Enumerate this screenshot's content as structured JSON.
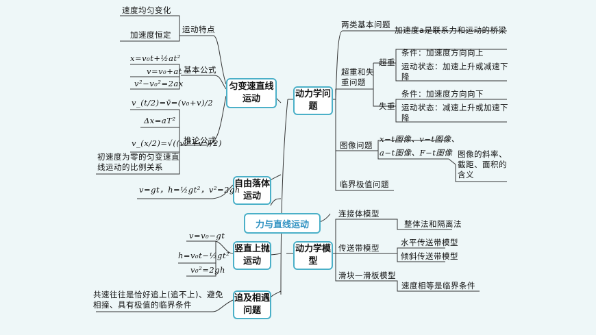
{
  "center": "力与直线运动",
  "branches": {
    "uniform_accel": "匀变速直线运动",
    "free_fall": "自由落体运动",
    "vertical_throw": "竖直上抛运动",
    "chase": "追及相遇问题",
    "dyn_problems": "动力学问题",
    "dyn_models": "动力学模型"
  },
  "uniform": {
    "char_label": "运动特点",
    "char_1": "速度均匀变化",
    "char_2": "加速度恒定",
    "basic_label": "基本公式",
    "basic_1": "x=v₀t+½at²",
    "basic_2": "v=v₀+at",
    "basic_3": "v²−v₀²=2ax",
    "infer_label": "推论公式",
    "infer_1": "v_(t/2)=v̄=(v₀+v)/2",
    "infer_2": "Δx=aT²",
    "infer_3": "v_(x/2)=√((v₀²+v²)/2)",
    "infer_4": "初速度为零的匀变速直线运动的比例关系"
  },
  "free_fall_formula": "v=gt，h=½gt²，v²=2gh",
  "vertical": {
    "f1": "v=v₀−gt",
    "f2": "h=v₀t−½gt²",
    "f3": "v₀²=2gh"
  },
  "chase_text": "共速往往是恰好追上(追不上)、避免相撞、具有极值的临界条件",
  "problems": {
    "two_types": "两类基本问题",
    "bridge": "加速度a是联系力和运动的桥梁",
    "over_under": "超重和失重问题",
    "over": "超重",
    "over_cond": "条件：加速度方向向上",
    "over_state": "运动状态：加速上升或减速下降",
    "under": "失重",
    "under_cond": "条件：加速度方向向下",
    "under_state": "运动状态：减速上升或加速下降",
    "graph": "图像问题",
    "graph_1": "x−t图像、v−t图像、",
    "graph_2": "a−t图像、F−t图像",
    "graph_meaning": "图像的斜率、截距、面积的含义",
    "critical": "临界极值问题"
  },
  "models": {
    "connected": "连接体模型",
    "whole_iso": "整体法和隔离法",
    "conveyor": "传送带模型",
    "horizontal": "水平传送带模型",
    "inclined": "倾斜传送带模型",
    "slider": "滑块—滑板模型",
    "slider_cond": "速度相等是临界条件"
  }
}
